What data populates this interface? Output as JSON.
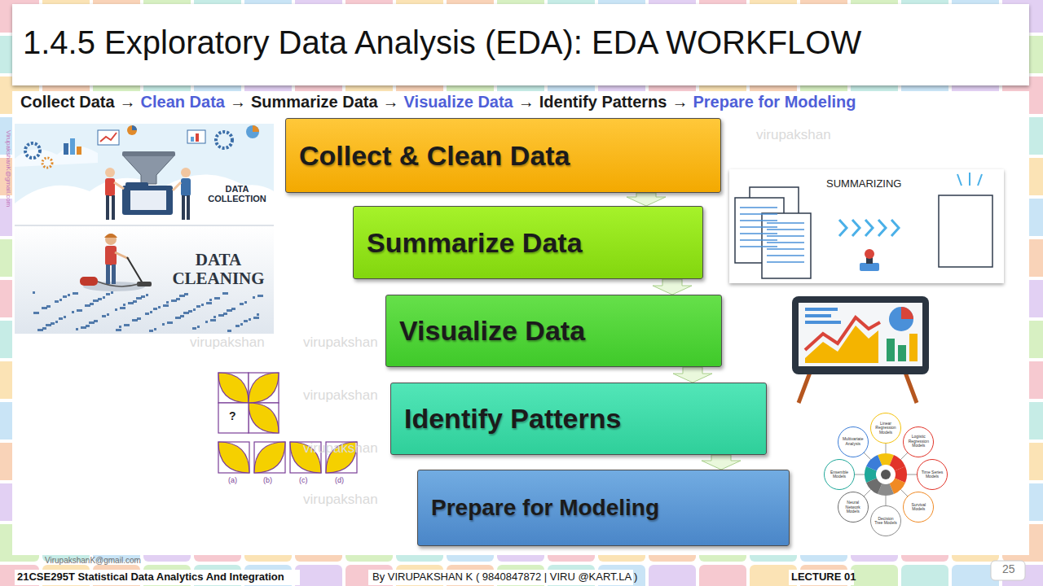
{
  "diagram": {
    "title": "1.4.5 Exploratory Data Analysis (EDA): EDA WORKFLOW",
    "nodes": [
      {
        "text": [
          "Collect & Clean Data"
        ]
      },
      {
        "text": [
          "Summarize Data"
        ]
      },
      {
        "text": [
          "Visualize Data"
        ]
      },
      {
        "text": [
          "Identify Patterns"
        ]
      },
      {
        "text": [
          "Prepare for Modeling"
        ]
      },
      {
        "text": [
          "Linear Regression Models"
        ]
      },
      {
        "text": [
          "Logistic Regression Models"
        ]
      },
      {
        "text": [
          "Time Series Models"
        ]
      },
      {
        "text": [
          "Survival Models"
        ]
      },
      {
        "text": [
          "Decision Tree Models"
        ]
      },
      {
        "text": [
          "Neural Network Models"
        ]
      },
      {
        "text": [
          "Ensemble Models"
        ]
      },
      {
        "text": [
          "Multivariate Analysis"
        ]
      }
    ],
    "edges": [
      {
        "from": 0,
        "to": 1,
        "arrow": "to"
      },
      {
        "from": 1,
        "to": 2,
        "arrow": "to"
      },
      {
        "from": 2,
        "to": 3,
        "arrow": "to"
      },
      {
        "from": 3,
        "to": 4,
        "arrow": "to"
      }
    ],
    "labels": [
      "Collect Data",
      "→",
      "Clean Data",
      "→",
      "Summarize Data",
      "→",
      "Visualize Data",
      "→",
      "Identify Patterns",
      "→",
      "Prepare for Modeling",
      "DATA COLLECTION",
      "DATA CLEANING",
      "SUMMARIZING",
      "?",
      "(a)",
      "(b)",
      "(c)",
      "(d)",
      "VirupakshanK@gmail.com",
      "VirupakshanK@gmail.com",
      "21CSE295T Statistical Data Analytics And Integration",
      "By VIRUPAKSHAN K ( 9840847872 | VIRU @KART.LA )",
      "LECTURE 01",
      "25",
      "virupakshan",
      "virupakshan",
      "virupakshan",
      "virupakshan",
      "virupakshan",
      "virupakshan"
    ]
  }
}
